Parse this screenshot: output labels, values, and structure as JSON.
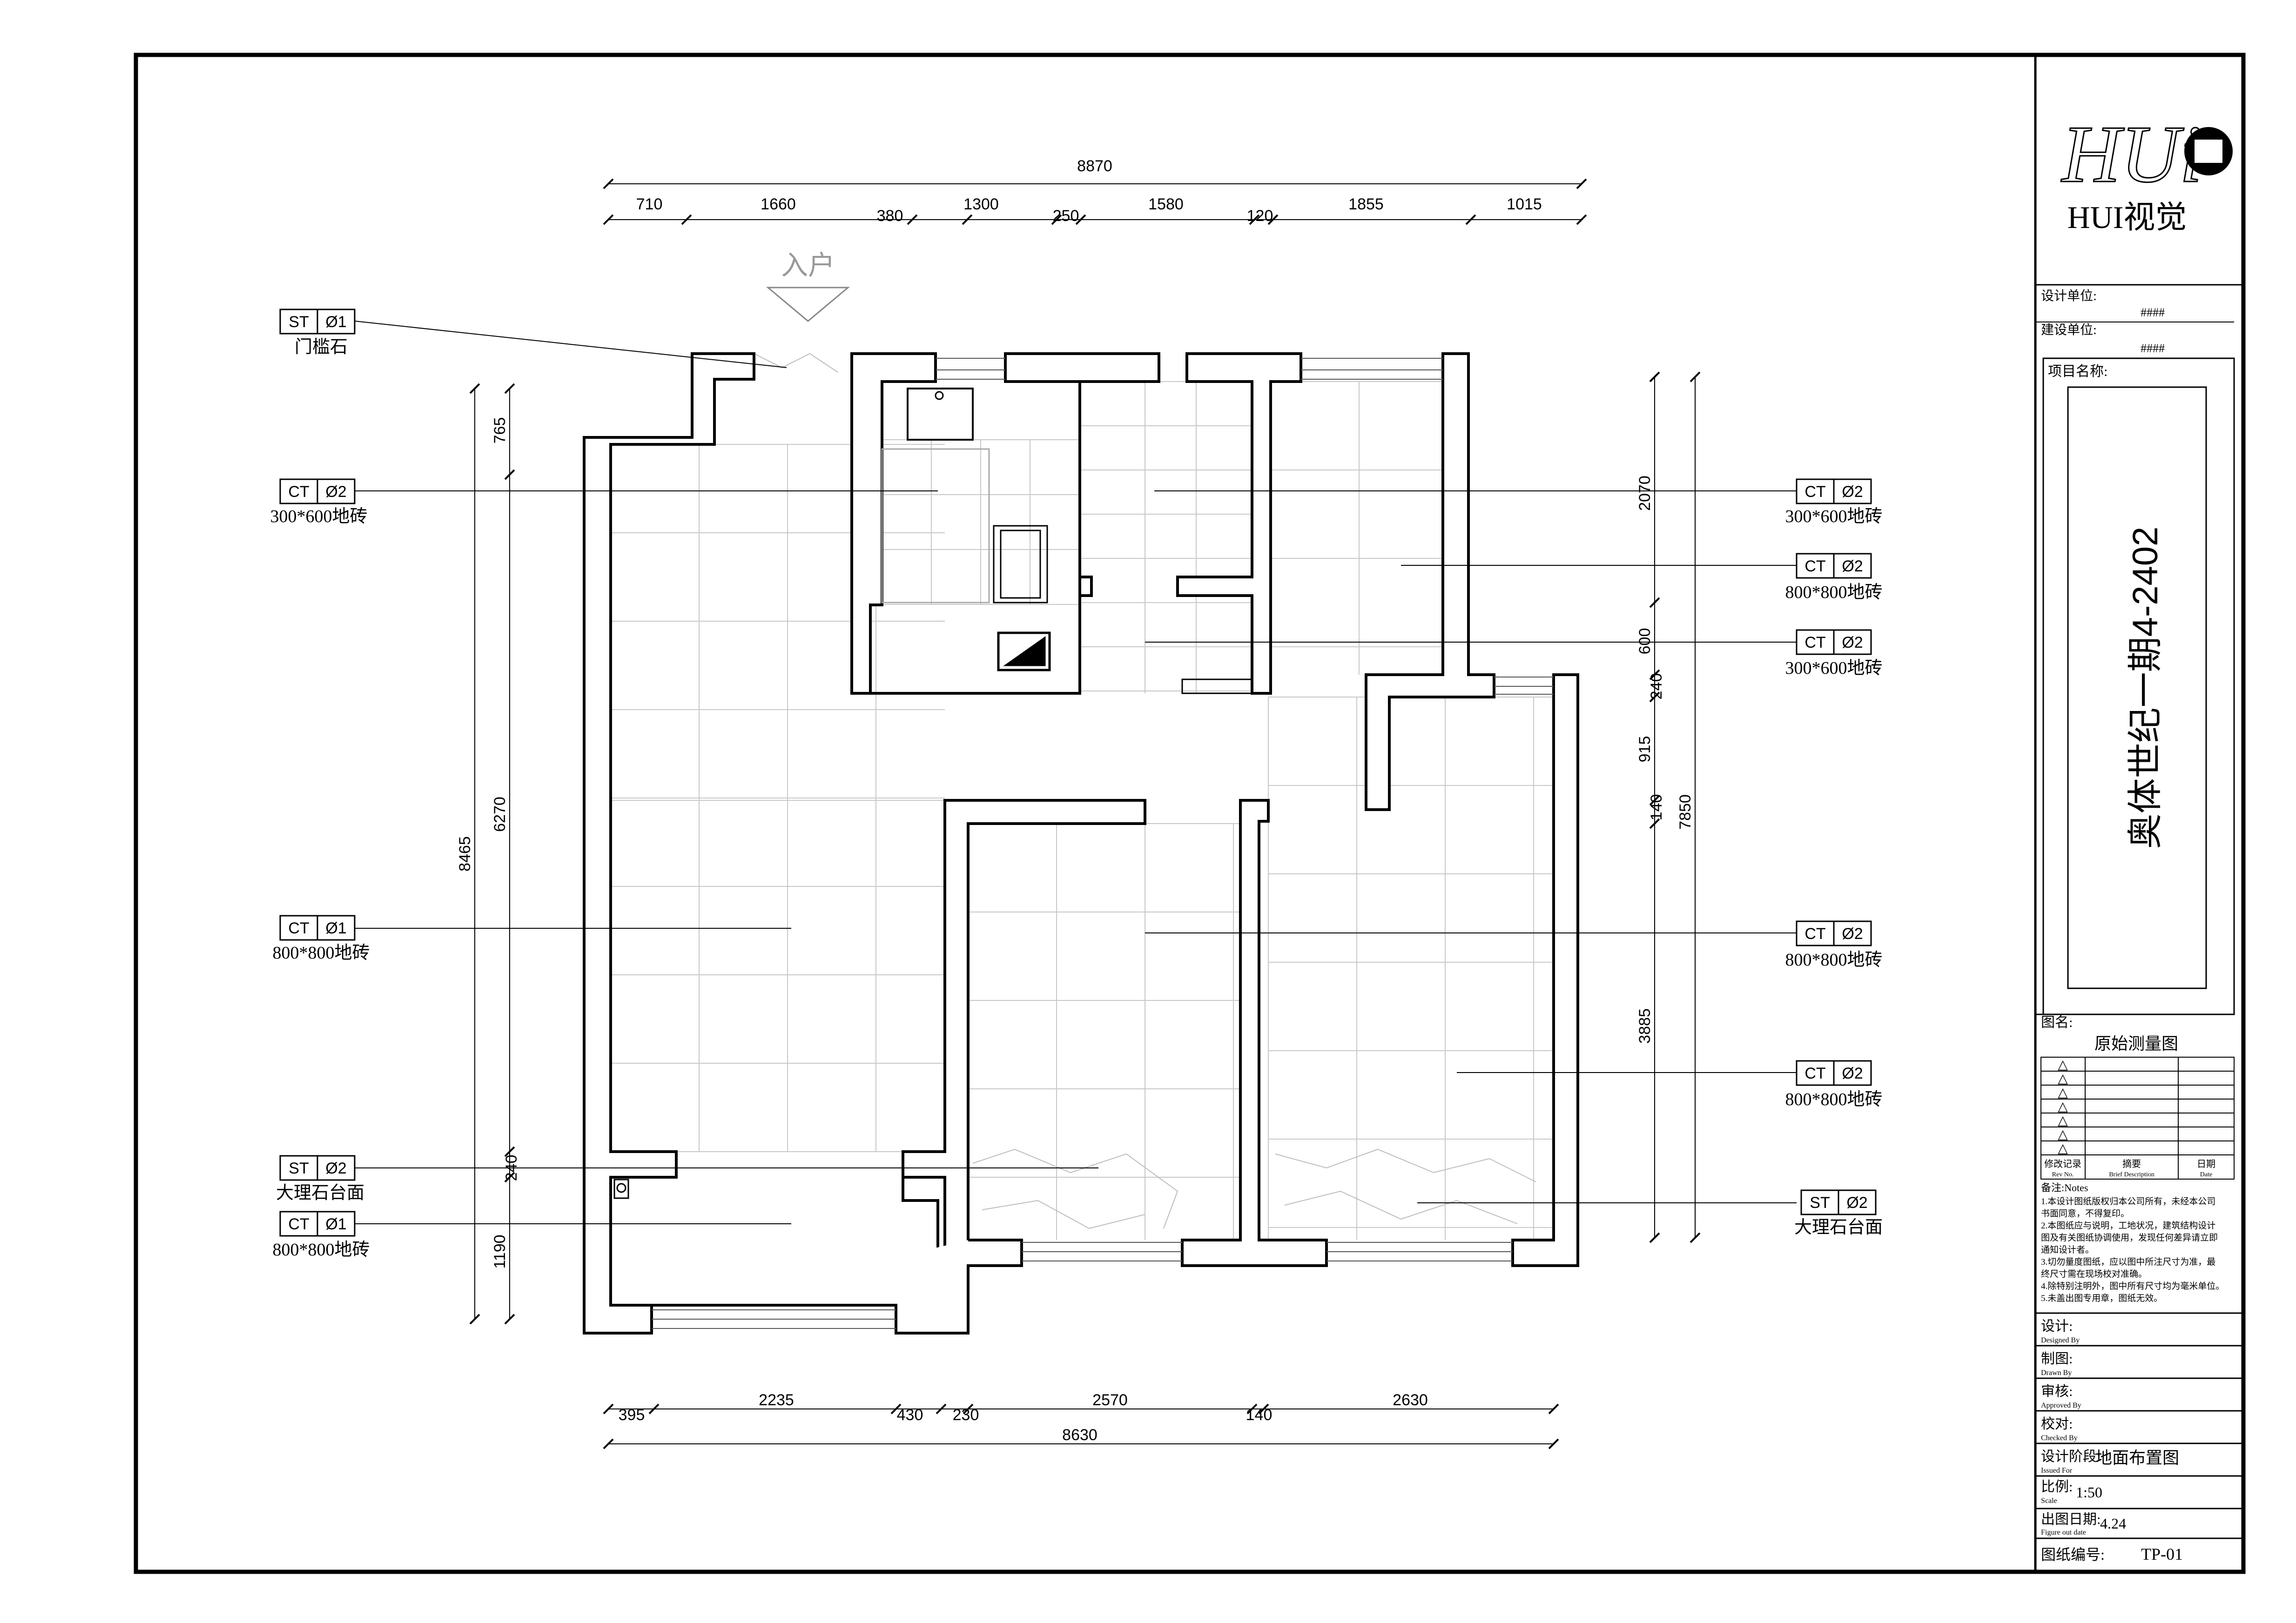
{
  "brand": {
    "logo_letters": "HUi",
    "name": "HUI视觉"
  },
  "title_block": {
    "design_unit_label": "设计单位:",
    "design_unit_value": "####",
    "build_unit_label": "建设单位:",
    "build_unit_value": "####",
    "project_label": "项目名称:",
    "project_name": "奥体世纪一期4-2402",
    "drawing_name_label": "图名:",
    "drawing_name": "原始测量图",
    "revision_symbols": [
      "△",
      "△",
      "△",
      "△",
      "△",
      "△",
      "△"
    ],
    "revision_header": {
      "c1": "修改记录",
      "c1_en": "Rev No.",
      "c2": "摘要",
      "c2_en": "Brief Description",
      "c3": "日期",
      "c3_en": "Date"
    },
    "notes_label": "备注:Notes",
    "notes": [
      "1.本设计图纸版权归本公司所有，未经本公司",
      "书面同意，不得复印。",
      "2.本图纸应与说明，工地状况，建筑结构设计",
      "图及有关图纸协调使用，发现任何差异请立即",
      "通知设计者。",
      "3.切勿量度图纸，应以图中所注尺寸为准，最",
      "终尺寸需在现场校对准确。",
      "4.除特别注明外，图中所有尺寸均为毫米单位。",
      "5.未盖出图专用章，图纸无效。"
    ],
    "designed_label": "设计:",
    "designed_en": "Designed By",
    "drawn_label": "制图:",
    "drawn_en": "Drawn By",
    "approved_label": "审核:",
    "approved_en": "Approved By",
    "checked_label": "校对:",
    "checked_en": "Checked By",
    "stage_label": "设计阶段:",
    "stage_en": "Issued For",
    "stage_value": "地面布置图",
    "scale_label": "比例:",
    "scale_en": "Scale",
    "scale_value": "1:50",
    "date_label": "出图日期:",
    "date_en": "Figure out date",
    "date_value": "4.24",
    "number_label": "图纸编号:",
    "number_value": "TP-01"
  },
  "plan": {
    "entrance_label": "入户",
    "top_total": "8870",
    "top_dims": [
      "710",
      "1660",
      "380",
      "1300",
      "250",
      "1580",
      "120",
      "1855",
      "1015"
    ],
    "bottom_total": "8630",
    "bottom_dims": [
      "395",
      "2235",
      "430",
      "230",
      "2570",
      "140",
      "2630"
    ],
    "left_total": "8465",
    "left_dims": [
      "765",
      "6270",
      "240",
      "1190"
    ],
    "right_total": "7850",
    "right_dims": [
      "2070",
      "600",
      "240",
      "915",
      "140",
      "3885"
    ]
  },
  "tags": {
    "left": [
      {
        "code": "ST",
        "num": "Ø1",
        "label": "门槛石"
      },
      {
        "code": "CT",
        "num": "Ø2",
        "label": "300*600地砖"
      },
      {
        "code": "CT",
        "num": "Ø1",
        "label": "800*800地砖"
      },
      {
        "code": "ST",
        "num": "Ø2",
        "label": "大理石台面"
      },
      {
        "code": "CT",
        "num": "Ø1",
        "label": "800*800地砖"
      }
    ],
    "right": [
      {
        "code": "CT",
        "num": "Ø2",
        "label": "300*600地砖"
      },
      {
        "code": "CT",
        "num": "Ø2",
        "label": "800*800地砖"
      },
      {
        "code": "CT",
        "num": "Ø2",
        "label": "300*600地砖"
      },
      {
        "code": "CT",
        "num": "Ø2",
        "label": "800*800地砖"
      },
      {
        "code": "CT",
        "num": "Ø2",
        "label": "800*800地砖"
      },
      {
        "code": "ST",
        "num": "Ø2",
        "label": "大理石台面"
      }
    ]
  }
}
